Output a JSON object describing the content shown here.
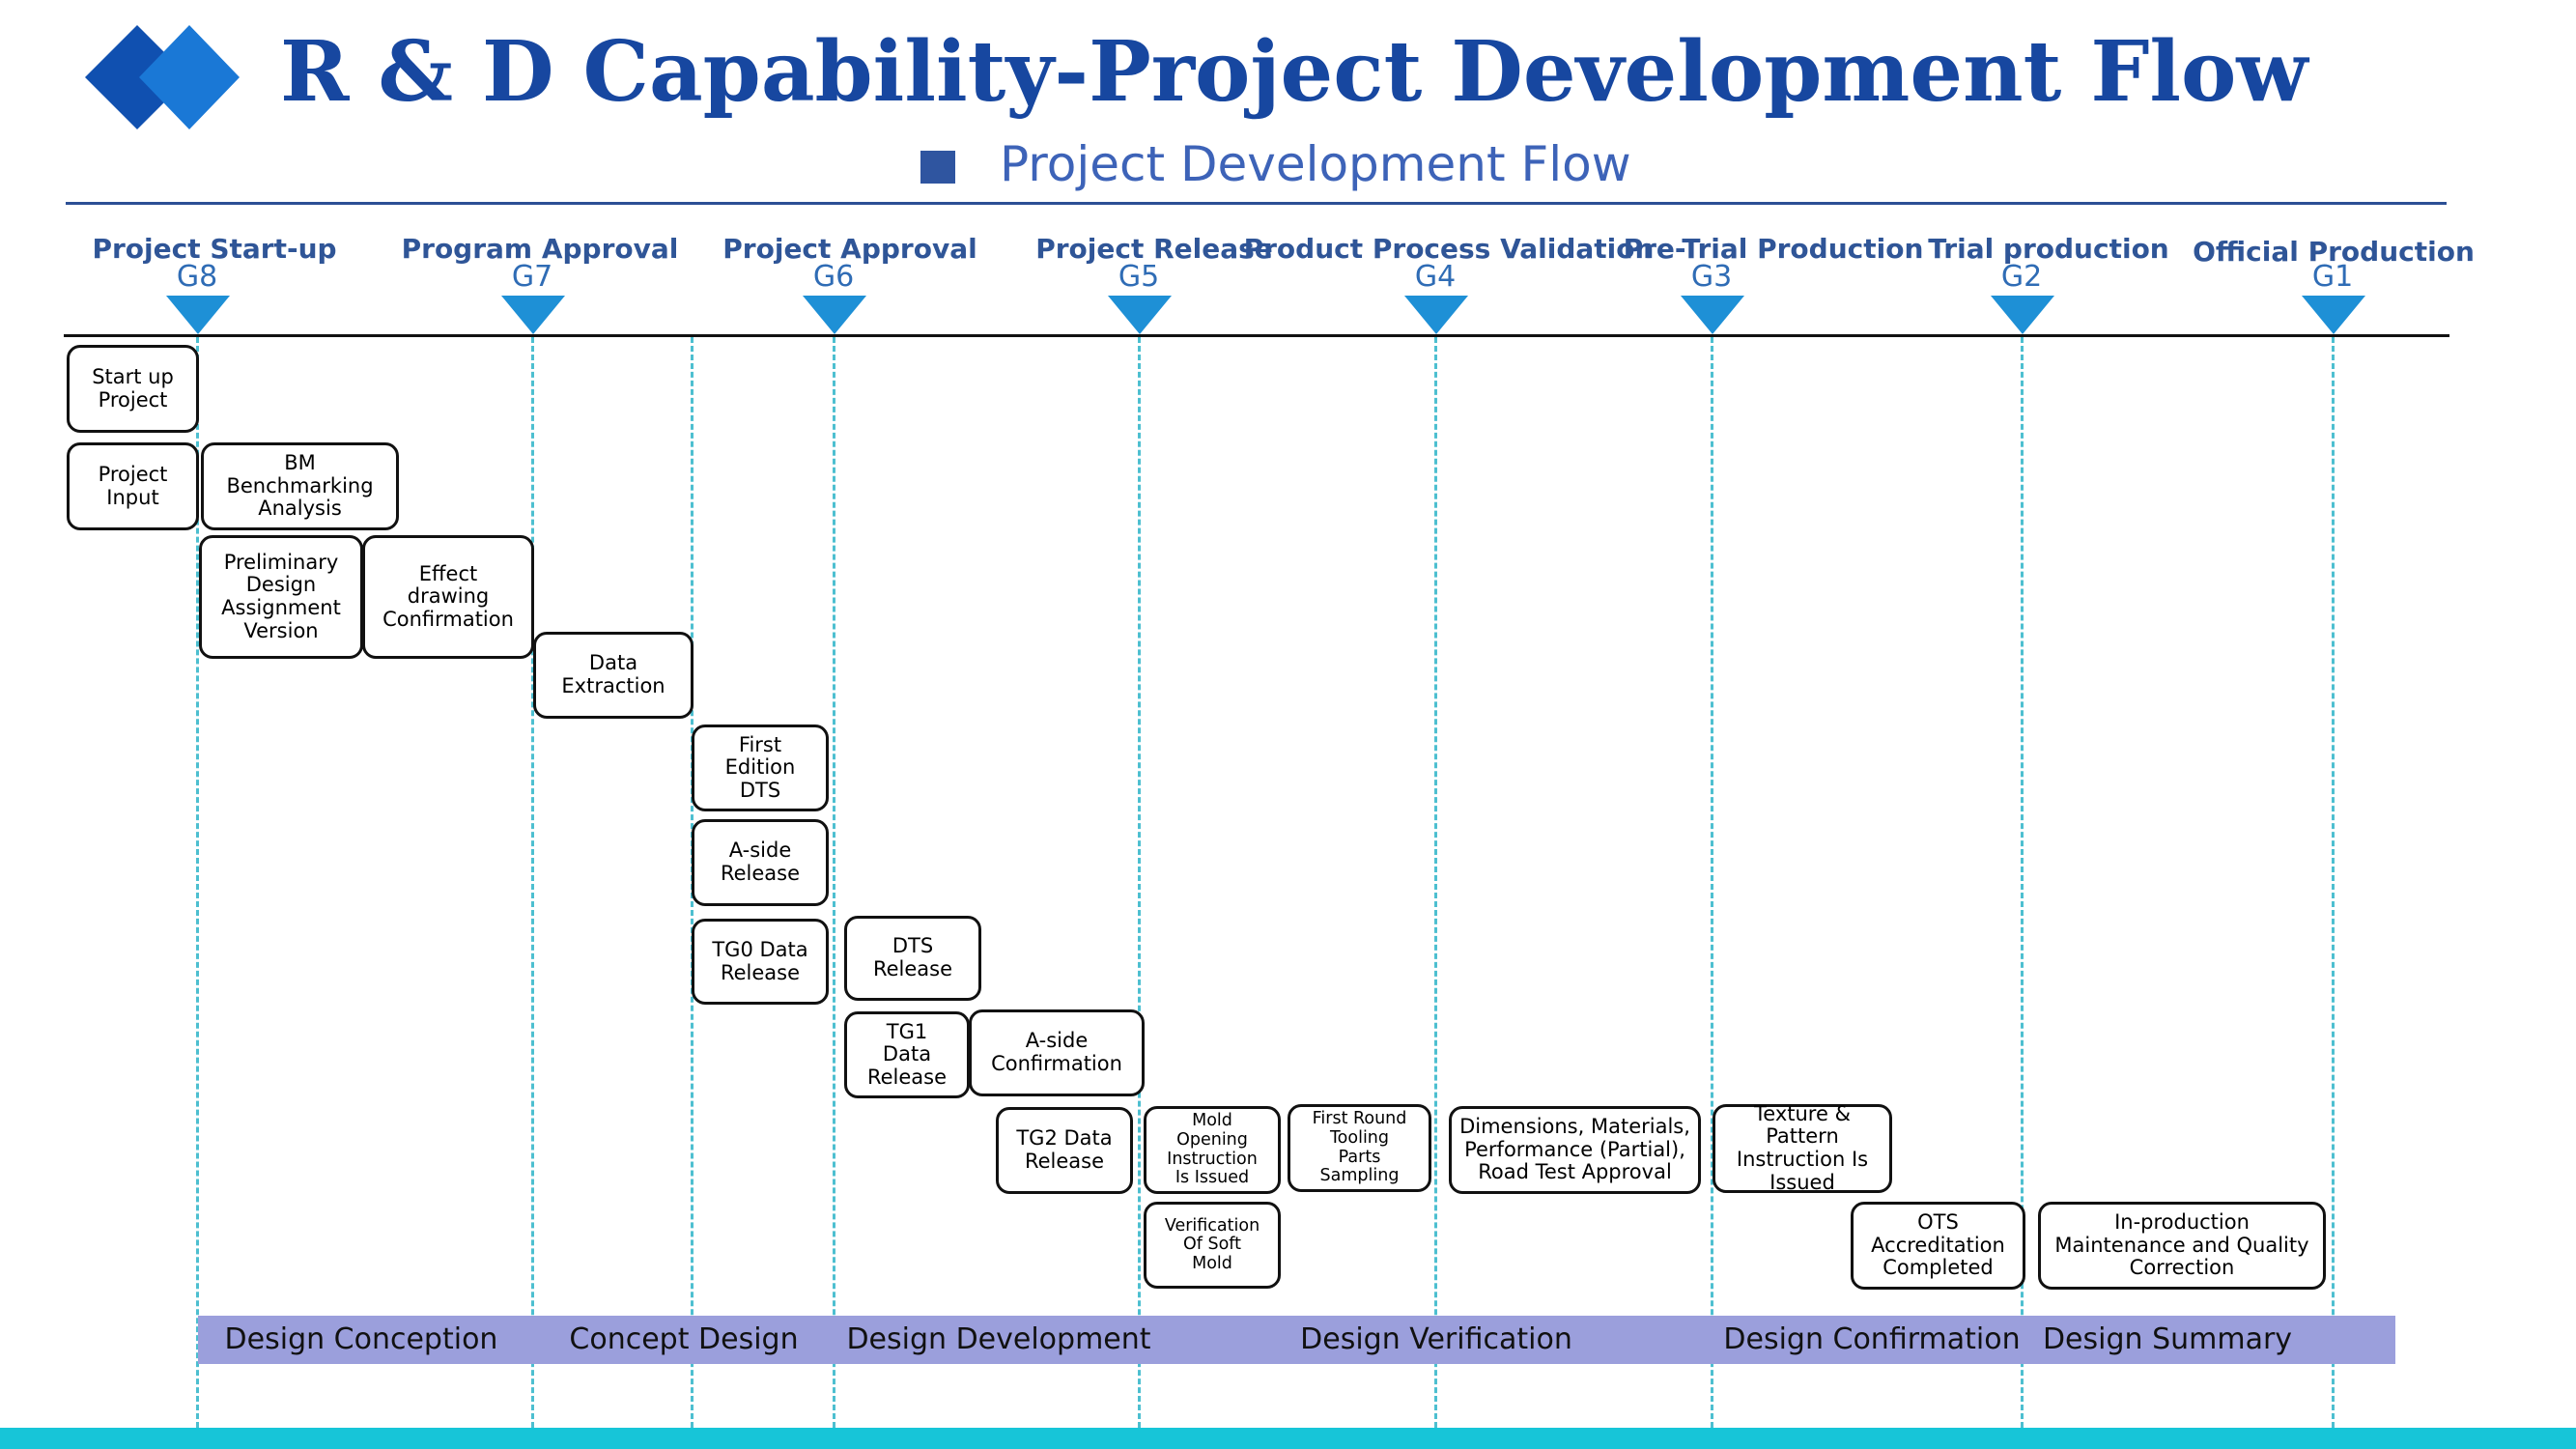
{
  "title": "R & D Capability-Project Development Flow",
  "subtitle": "Project Development Flow",
  "colors": {
    "title": "#1747a0",
    "gate_marker": "#1e90d6",
    "timeline_guide": "#4dbfd0",
    "phase_bar": "#9b9fdc",
    "bottom_band": "#17c5d8",
    "logo": "#1565c8"
  },
  "gates": [
    {
      "label": "Project Start-up",
      "code": "G8"
    },
    {
      "label": "Program Approval",
      "code": "G7"
    },
    {
      "label": "Project Approval",
      "code": "G6"
    },
    {
      "label": "Project Release",
      "code": "G5"
    },
    {
      "label": "Product Process Validation",
      "code": "G4"
    },
    {
      "label": "Pre-Trial Production",
      "code": "G3"
    },
    {
      "label": "Trial production",
      "code": "G2"
    },
    {
      "label": "Official Production",
      "code": "G1"
    }
  ],
  "tasks": [
    "Start up\nProject",
    "Project\nInput",
    "BM\nBenchmarking\nAnalysis",
    "Preliminary\nDesign\nAssignment\nVersion",
    "Effect\ndrawing\nConfirmation",
    "Data\nExtraction",
    "First\nEdition\nDTS",
    "A-side\nRelease",
    "TG0 Data\nRelease",
    "DTS\nRelease",
    "TG1\nData\nRelease",
    "A-side\nConfirmation",
    "TG2 Data\nRelease",
    "Mold\nOpening\nInstruction\nIs Issued",
    "First Round\nTooling\nParts\nSampling",
    "Dimensions, Materials,\nPerformance (Partial),\nRoad Test Approval",
    "Texture &\nPattern\nInstruction Is\nIssued",
    "Verification\nOf Soft\nMold",
    "OTS\nAccreditation\nCompleted",
    "In-production\nMaintenance and Quality\nCorrection"
  ],
  "phases": [
    "Design Conception",
    "Concept Design",
    "Design Development",
    "Design Verification",
    "Design Confirmation",
    "Design Summary"
  ]
}
